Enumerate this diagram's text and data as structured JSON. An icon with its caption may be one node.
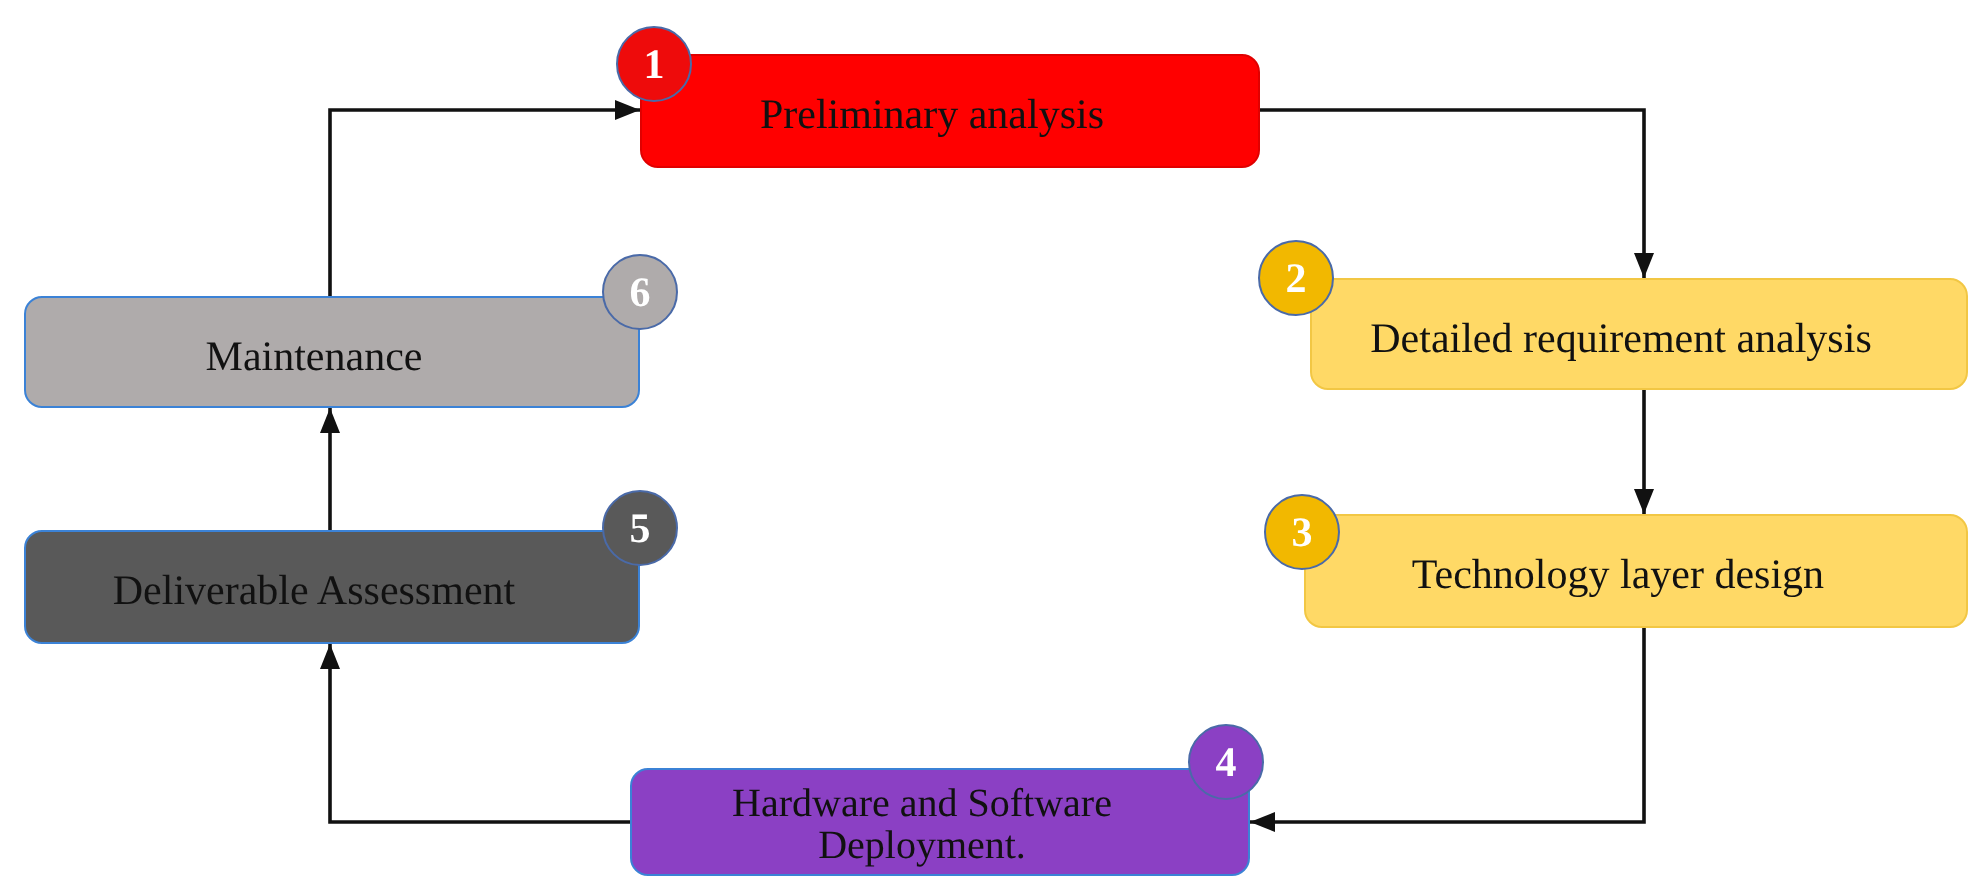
{
  "diagram": {
    "nodes": [
      {
        "text": [
          "1"
        ]
      },
      {
        "text": [
          "Preliminary analysis"
        ]
      },
      {
        "text": [
          "2"
        ]
      },
      {
        "text": [
          "Detailed requirement analysis"
        ]
      },
      {
        "text": [
          "3"
        ]
      },
      {
        "text": [
          "Technology layer design"
        ]
      },
      {
        "text": [
          "4"
        ]
      },
      {
        "text": [
          "Hardware and Software Deployment."
        ]
      },
      {
        "text": [
          "5"
        ]
      },
      {
        "text": [
          "Deliverable Assessment"
        ]
      },
      {
        "text": [
          "6"
        ]
      },
      {
        "text": [
          "Maintenance"
        ]
      }
    ],
    "edges": [
      {
        "from": 1,
        "to": 3,
        "arrow": "to"
      },
      {
        "from": 3,
        "to": 5,
        "arrow": "to"
      },
      {
        "from": 5,
        "to": 7,
        "arrow": "to"
      },
      {
        "from": 7,
        "to": 9,
        "arrow": "to"
      },
      {
        "from": 9,
        "to": 11,
        "arrow": "to"
      },
      {
        "from": 11,
        "to": 1,
        "arrow": "to"
      }
    ]
  }
}
